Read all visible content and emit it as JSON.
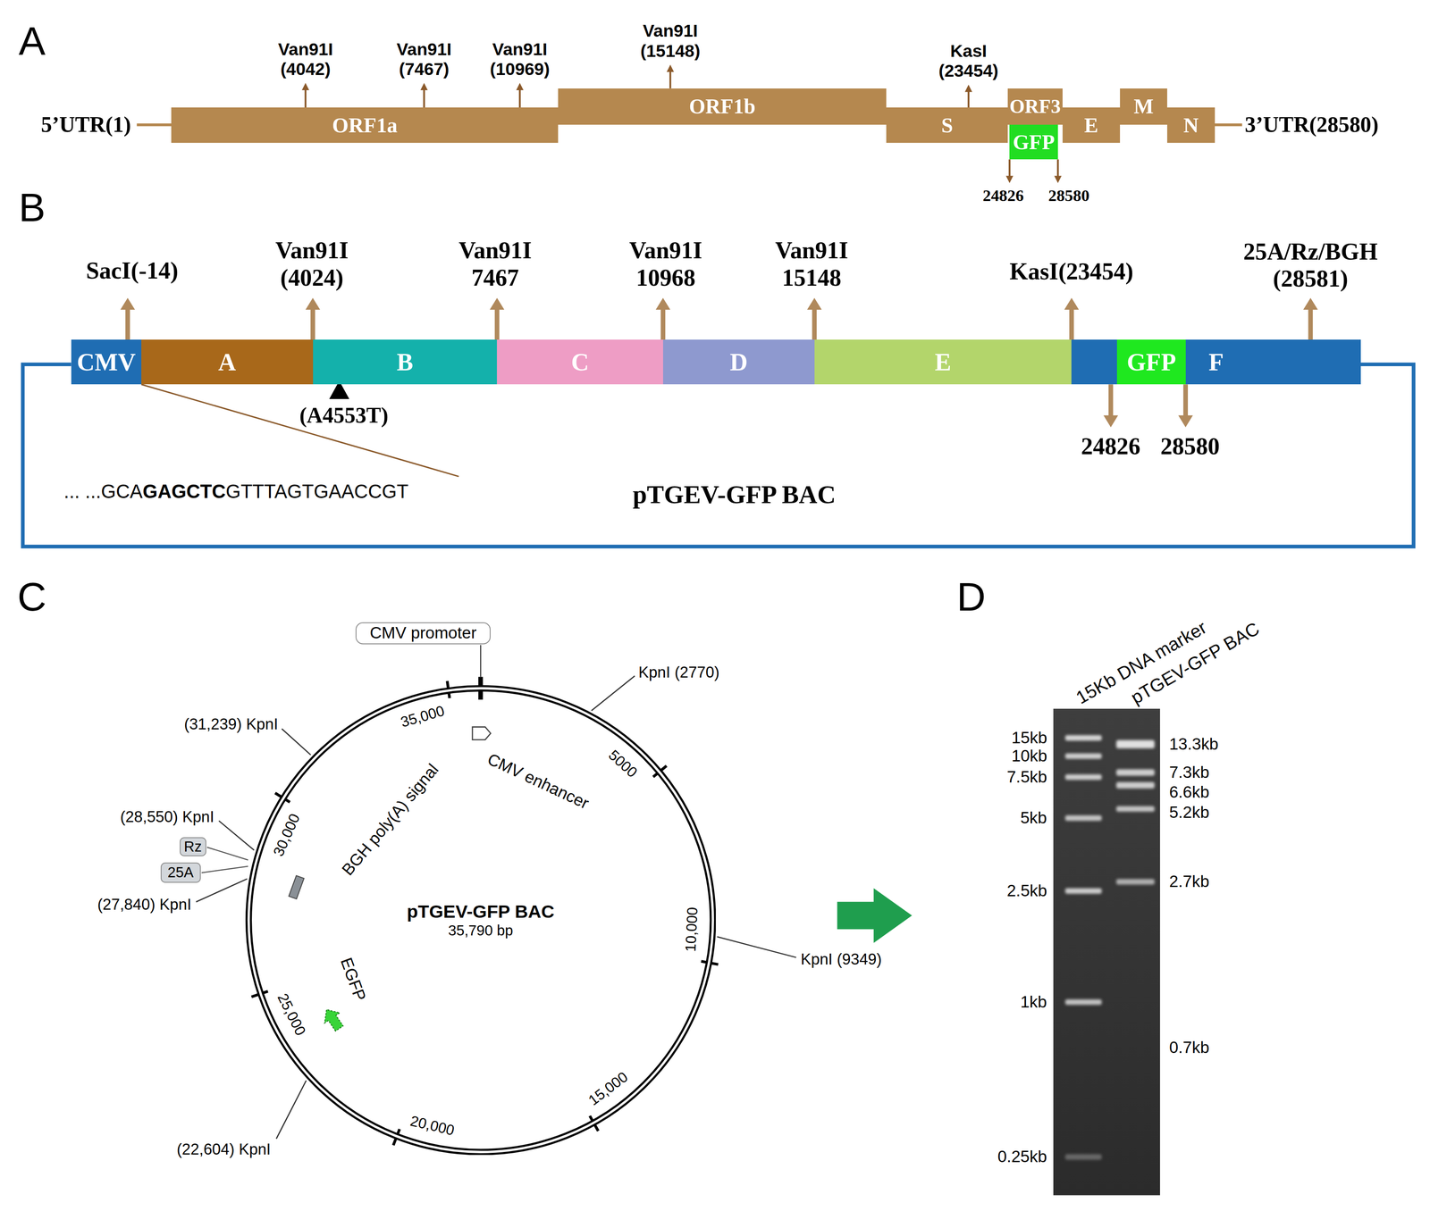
{
  "diagram": {
    "nodes": [
      {
        "text": [
          "ORF1a"
        ]
      },
      {
        "text": [
          "ORF1b"
        ]
      },
      {
        "text": [
          "S"
        ]
      },
      {
        "text": [
          "ORF3"
        ]
      },
      {
        "text": [
          "GFP"
        ]
      },
      {
        "text": [
          "E"
        ]
      },
      {
        "text": [
          "M"
        ]
      },
      {
        "text": [
          "N"
        ]
      },
      {
        "text": [
          "CMV"
        ]
      },
      {
        "text": [
          "A"
        ]
      },
      {
        "text": [
          "B"
        ]
      },
      {
        "text": [
          "C"
        ]
      },
      {
        "text": [
          "D"
        ]
      },
      {
        "text": [
          "E"
        ]
      },
      {
        "text": [
          "F"
        ]
      },
      {
        "text": [
          "GFP"
        ],
        "in": 14
      },
      {
        "text": [
          "CMV promoter"
        ]
      },
      {
        "text": [
          "Rz"
        ]
      },
      {
        "text": [
          "25A"
        ]
      },
      {
        "text": [
          "pTGEV-GFP BAC",
          "35,790 bp"
        ]
      }
    ],
    "labels": [
      "A",
      "5’UTR(1)",
      "Van91I (4042)",
      "Van91I (7467)",
      "Van91I (10969)",
      "Van91I (15148)",
      "KasI (23454)",
      "3’UTR(28580)",
      "24826",
      "28580",
      "B",
      "SacI(-14)",
      "Van91I (4024)",
      "Van91I 7467",
      "Van91I 10968",
      "Van91I 15148",
      "KasI(23454)",
      "25A/Rz/BGH (28581)",
      "(A4553T)",
      "24826",
      "28580",
      "... ...GCA",
      "GAGCTC",
      "GTTTAGTGAACCGT",
      "pTGEV-GFP BAC",
      "C",
      "CMV enhancer",
      "BGH poly(A) signal",
      "EGFP",
      "35,000",
      "5000",
      "10,000",
      "15,000",
      "20,000",
      "25,000",
      "30,000",
      "KpnI (2770)",
      "(31,239) KpnI",
      "(28,550) KpnI",
      "(27,840) KpnI",
      "KpnI (9349)",
      "(22,604) KpnI",
      "D",
      "15Kb DNA marker",
      "pTGEV-GFP BAC",
      "15kb",
      "10kb",
      "7.5kb",
      "5kb",
      "2.5kb",
      "1kb",
      "0.25kb",
      "13.3kb",
      "7.3kb",
      "6.6kb",
      "5.2kb",
      "2.7kb",
      "0.7kb"
    ]
  }
}
